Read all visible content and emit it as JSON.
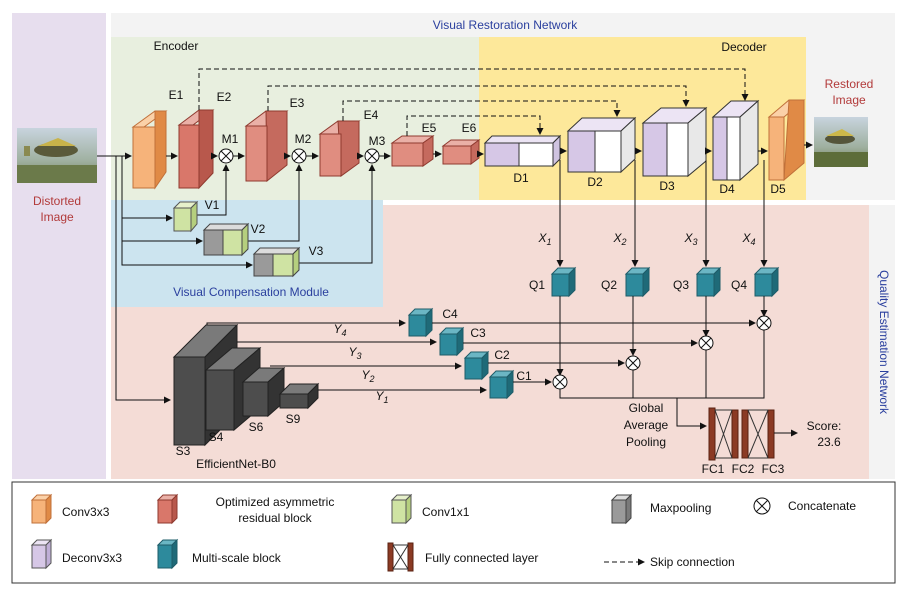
{
  "regions": {
    "vrn_title": "Visual Restoration Network",
    "encoder": "Encoder",
    "decoder": "Decoder",
    "vcm": "Visual Compensation Module",
    "qen": "Quality Estimation Network"
  },
  "io": {
    "input_l1": "Distorted",
    "input_l2": "Image",
    "output_l1": "Restored",
    "output_l2": "Image"
  },
  "encoder_blocks": [
    "E1",
    "E2",
    "E3",
    "E4",
    "E5",
    "E6"
  ],
  "merge_nodes": [
    "M1",
    "M2",
    "M3"
  ],
  "conv1x1_blocks": [
    "V1",
    "V2",
    "V3"
  ],
  "decoder_blocks": [
    "D1",
    "D2",
    "D3",
    "D4",
    "D5"
  ],
  "features_x": [
    "X1",
    "X2",
    "X3",
    "X4"
  ],
  "quality_blocks": [
    "Q1",
    "Q2",
    "Q3",
    "Q4"
  ],
  "backbone_blocks": [
    "C1",
    "C2",
    "C3",
    "C4"
  ],
  "features_y": [
    "Y1",
    "Y2",
    "Y3",
    "Y4"
  ],
  "backbone_stages": [
    "S3",
    "S4",
    "S6",
    "S9"
  ],
  "backbone_name": "EfficientNet-B0",
  "gap_l1": "Global",
  "gap_l2": "Average",
  "gap_l3": "Pooling",
  "fc_layers": [
    "FC1",
    "FC2",
    "FC3"
  ],
  "score_label": "Score:",
  "score_value": "23.6",
  "legend": {
    "conv3": "Conv3x3",
    "oarb_l1": "Optimized asymmetric",
    "oarb_l2": "residual block",
    "conv1": "Conv1x1",
    "maxpool": "Maxpooling",
    "concat": "Concatenate",
    "deconv": "Deconv3x3",
    "msb": "Multi-scale block",
    "fc": "Fully connected layer",
    "skip": "Skip connection"
  },
  "colors": {
    "vrn_bg": "#f3f3f3",
    "encoder_bg": "#e8efdf",
    "decoder_bg": "#fde89a",
    "vcm_bg": "#cce4ef",
    "qen_bg": "#f4dcd6",
    "side_panel": "#e7deee",
    "conv3": "#f6b37a",
    "oarb": "#d9776a",
    "conv1": "#cfe3a3",
    "maxpool": "#9a9a9a",
    "deconv": "#d6c7e6",
    "msb": "#2d8a9c",
    "fc": "#8b3a24",
    "backbone": "#4d4d4d",
    "title_blue": "#2a3f9e",
    "io_red": "#b23a3a"
  }
}
